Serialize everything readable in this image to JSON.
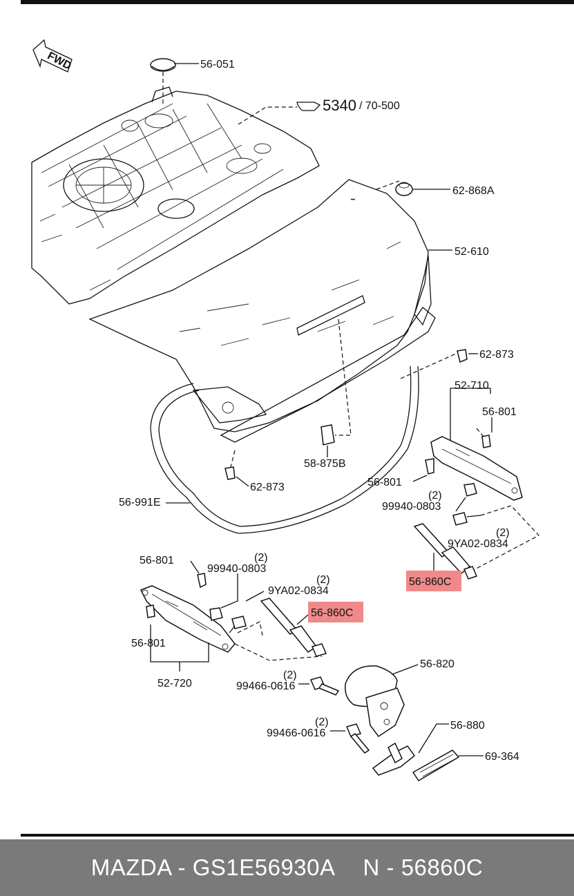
{
  "labels": {
    "fwd": "FWD",
    "p56_051": "56-051",
    "p5340": "5340",
    "p70_500": "/ 70-500",
    "p62_868a": "62-868A",
    "p52_610": "52-610",
    "p62_873_a": "62-873",
    "p52_710": "52-710",
    "p56_801_a": "56-801",
    "p56_801_b": "56-801",
    "qty_99940_a": "(2)",
    "p99940_a": "99940-0803",
    "qty_9ya02_a": "(2)",
    "p9ya02_a": "9YA02-0834",
    "p56_860c_a": "56-860C",
    "p58_875b": "58-875B",
    "p62_873_b": "62-873",
    "p56_991e": "56-991E",
    "p56_801_c": "56-801",
    "qty_99940_b": "(2)",
    "p99940_b": "99940-0803",
    "qty_9ya02_b": "(2)",
    "p9ya02_b": "9YA02-0834",
    "p56_860c_b": "56-860C",
    "p56_801_d": "56-801",
    "p52_720": "52-720",
    "p56_820": "56-820",
    "qty_99466_a": "(2)",
    "p99466_a": "99466-0616",
    "qty_99466_b": "(2)",
    "p99466_b": "99466-0616",
    "p56_880": "56-880",
    "p69_364": "69-364"
  },
  "highlight_color": "#f08a8a",
  "footer": {
    "brand_part": "MAZDA - GS1E56930A",
    "number": "N - 56860C"
  }
}
